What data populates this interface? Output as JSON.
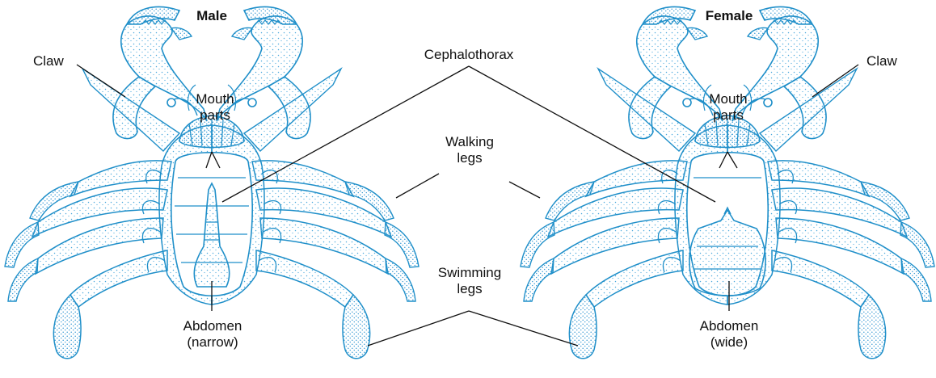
{
  "colors": {
    "crab_outline": "#1f8fc9",
    "crab_stipple": "#4aa8dc",
    "leader_line": "#111111",
    "text": "#111111"
  },
  "male": {
    "title": "Male",
    "claw": "Claw",
    "mouth_parts": [
      "Mouth",
      "parts"
    ],
    "abdomen": [
      "Abdomen",
      "(narrow)"
    ]
  },
  "female": {
    "title": "Female",
    "claw": "Claw",
    "mouth_parts": [
      "Mouth",
      "parts"
    ],
    "abdomen": [
      "Abdomen",
      "(wide)"
    ]
  },
  "shared": {
    "cephalothorax": "Cephalothorax",
    "walking_legs": [
      "Walking",
      "legs"
    ],
    "swimming_legs": [
      "Swimming",
      "legs"
    ]
  }
}
